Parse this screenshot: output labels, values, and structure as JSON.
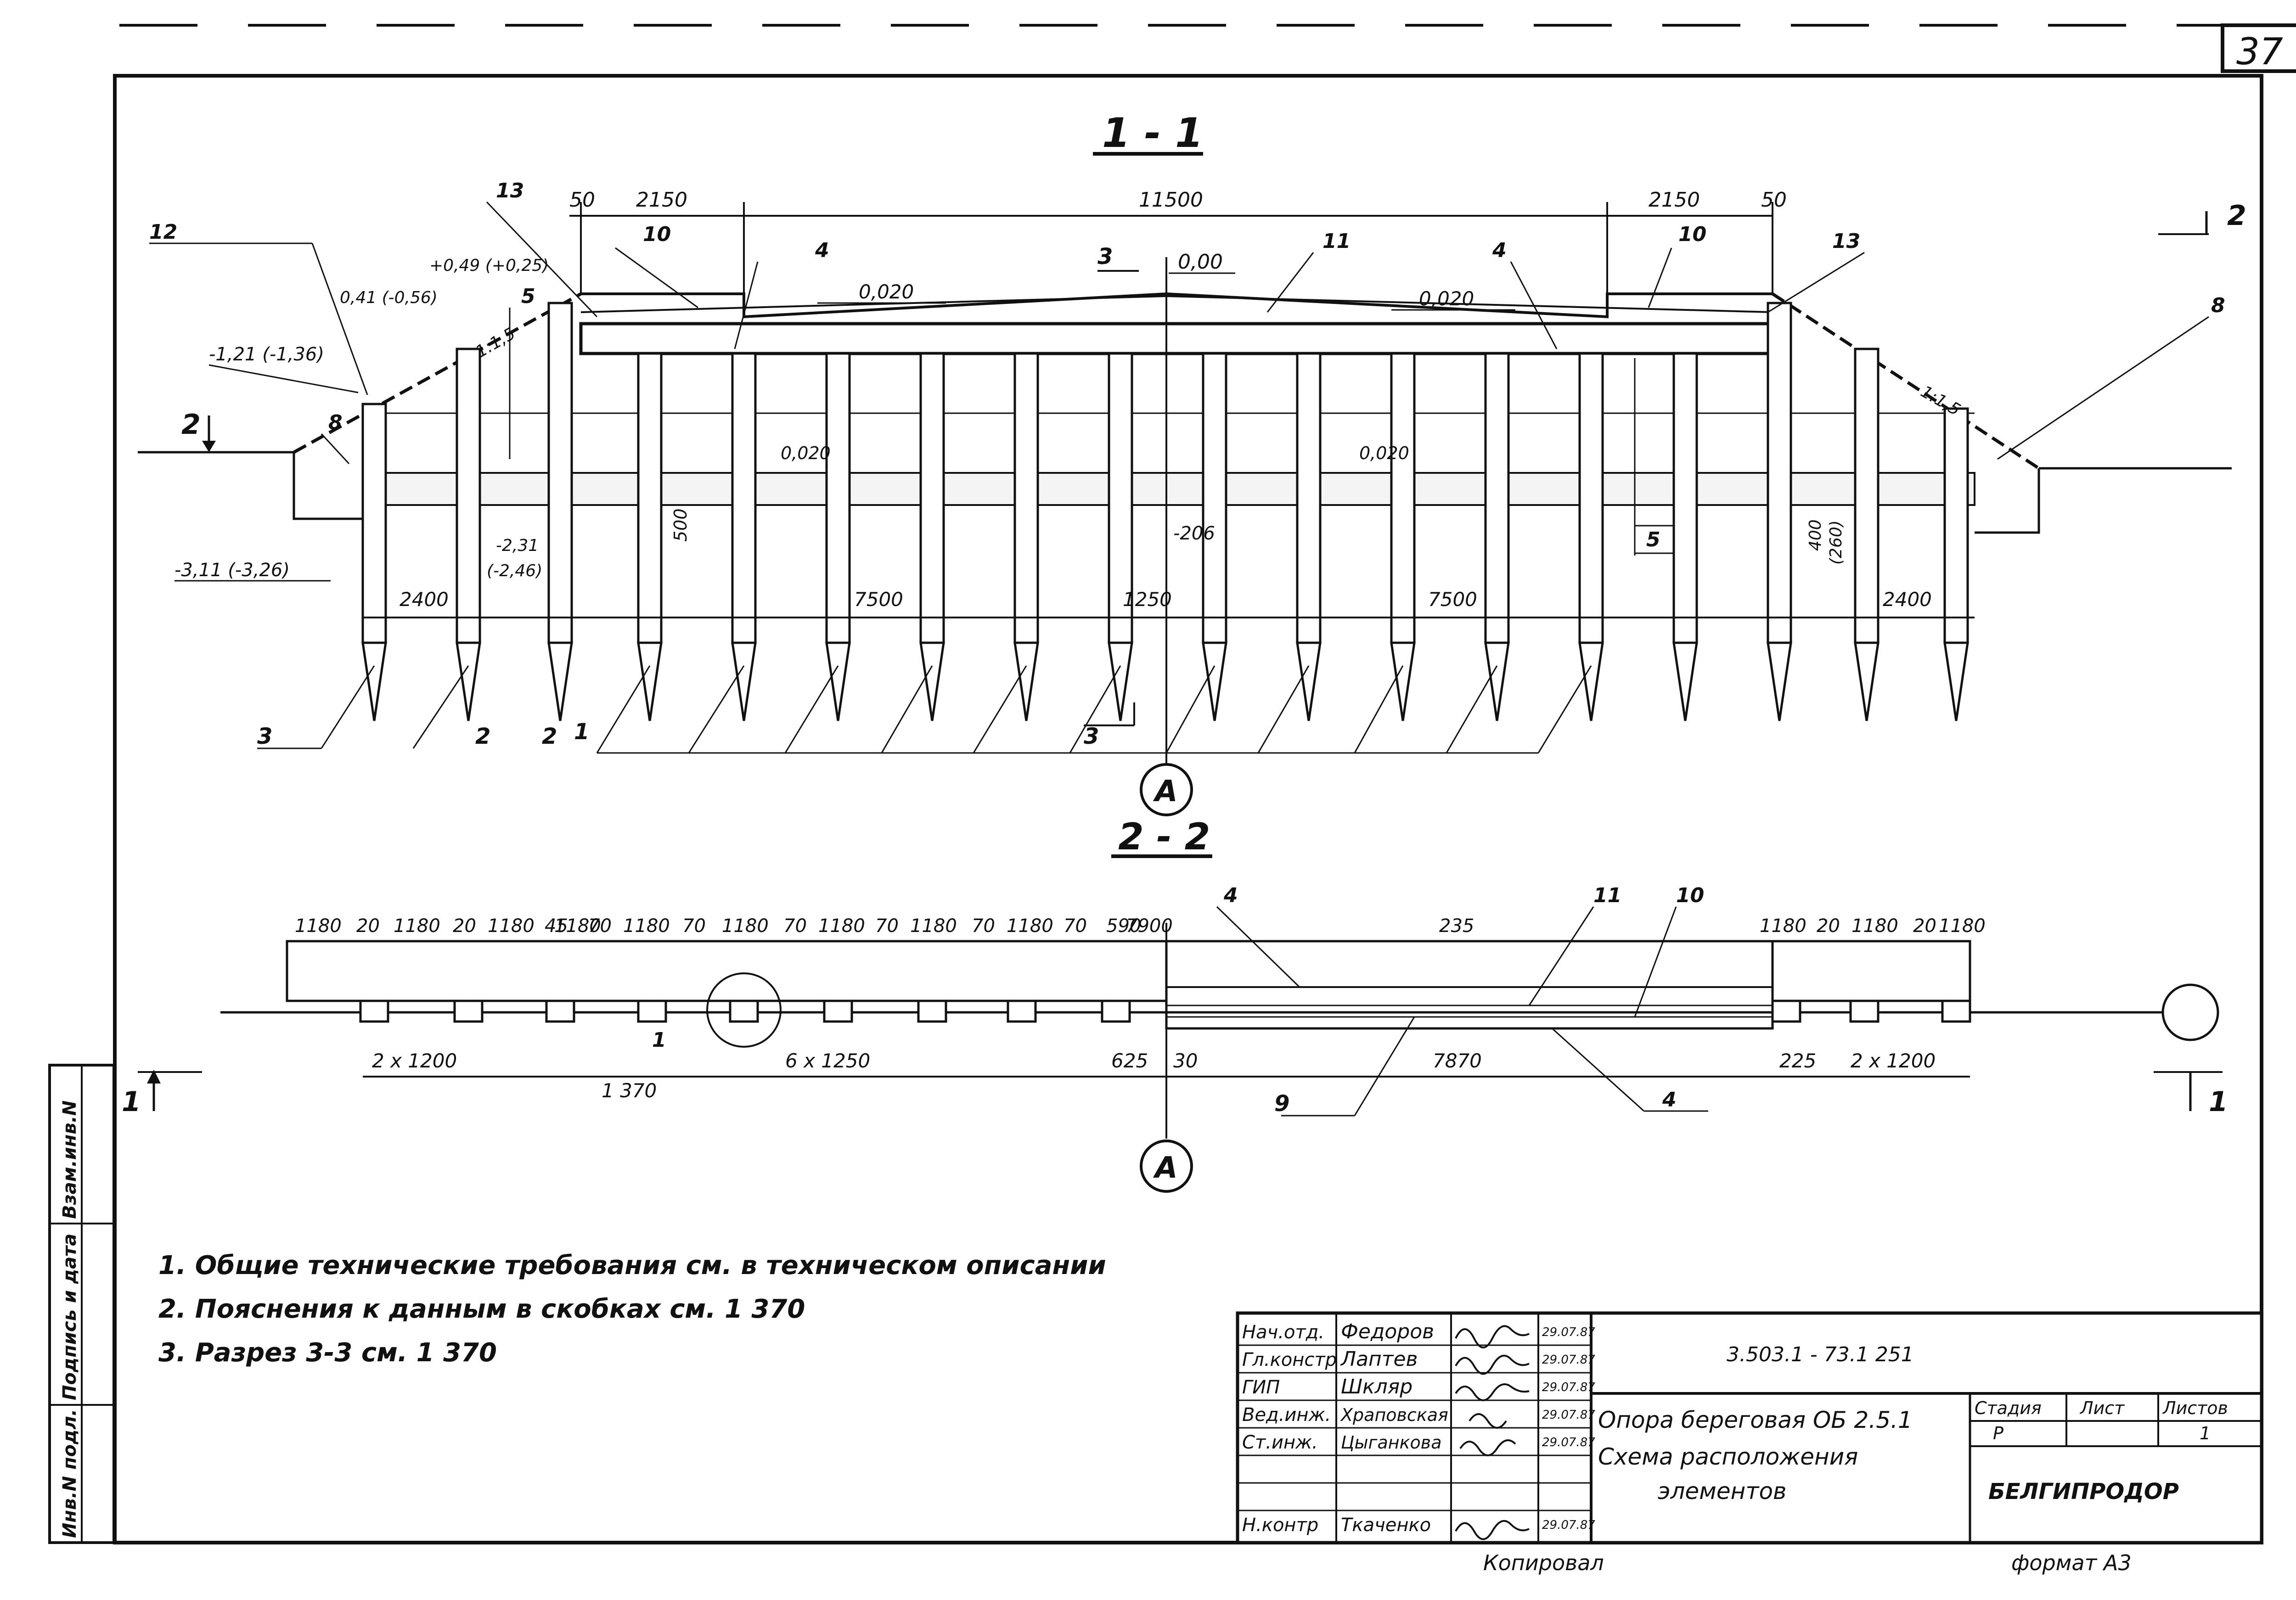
{
  "sheet_number": "37",
  "section_1_1": {
    "title": "1 - 1",
    "dims_top": [
      "50",
      "2150",
      "11500",
      "2150",
      "50"
    ],
    "dims_bottom": [
      "2400",
      "7500",
      "1250",
      "7500",
      "2400"
    ],
    "slope_left": "1:1,5",
    "slope_right": "1:1,5",
    "slope_top_left": "0,020",
    "slope_top_right": "0,020",
    "slope_mid_left": "0,020",
    "slope_mid_right": "0,020",
    "level_zero": "0,00",
    "level_206": "-206",
    "dim_500": "500",
    "dim_400": "400",
    "dim_260": "(260)",
    "elev_049": "+0,49 (+0,25)",
    "elev_041": "0,41 (-0,56)",
    "elev_121": "-1,21 (-1,36)",
    "elev_311": "-3,11 (-3,26)",
    "elev_231": "-2,31",
    "elev_246": "(-2,46)",
    "labels": {
      "l1": "1",
      "l2": "2",
      "l3": "3",
      "l4a": "4",
      "l4b": "4",
      "l5a": "5",
      "l5b": "5",
      "l8a": "8",
      "l8b": "8",
      "l10a": "10",
      "l10b": "10",
      "l11": "11",
      "l12": "12",
      "l13a": "13",
      "l13b": "13"
    },
    "cut_2": "2",
    "cut_3": "3"
  },
  "axis_label": "A",
  "section_2_2": {
    "title": "2 - 2",
    "dims_top": [
      "1180",
      "20",
      "1180",
      "20",
      "1180",
      "45",
      "1180",
      "70",
      "1180",
      "70",
      "1180",
      "70",
      "1180",
      "70",
      "1180",
      "70",
      "1180",
      "70",
      "590",
      "7900",
      "235",
      "1180",
      "20",
      "1180",
      "20",
      "1180"
    ],
    "dims_bottom": [
      "2 x 1200",
      "1 370",
      "6 x 1250",
      "625",
      "30",
      "7870",
      "225",
      "2 x 1200"
    ],
    "labels": {
      "l1": "1",
      "l4a": "4",
      "l4b": "4",
      "l9": "9",
      "l10": "10",
      "l11": "11"
    },
    "cut_1": "1"
  },
  "notes": [
    "1. Общие технические требования см. в техническом описании",
    "2. Пояснения к данным в скобках см. 1 370",
    "3. Разрез 3-3 см. 1 370"
  ],
  "title_block": {
    "code": "3.503.1 - 73.1 251",
    "roles": [
      "Нач.отд.",
      "Гл.констр",
      "ГИП",
      "Вед.инж.",
      "Ст.инж.",
      "",
      "Н.контр"
    ],
    "names": [
      "Федоров",
      "Лаптев",
      "Шкляр",
      "Храповская",
      "Цыганкова",
      "",
      "Ткаченко"
    ],
    "dates": [
      "29.07.87",
      "29.07.87",
      "29.07.87",
      "29.07.87",
      "29.07.87",
      "",
      "29.07.87"
    ],
    "title_line1": "Опора береговая ОБ 2.5.1",
    "title_line2": "Схема расположения",
    "title_line3": "элементов",
    "stage_header": "Стадия",
    "sheet_header": "Лист",
    "sheets_header": "Листов",
    "stage_value": "Р",
    "sheets_value": "1",
    "org": "БЕЛГИПРОДОР",
    "copied": "Копировал",
    "format": "формат А3"
  },
  "side_stamp": [
    "Инв.N подл.",
    "Подпись и дата",
    "Взам.инв.N"
  ]
}
